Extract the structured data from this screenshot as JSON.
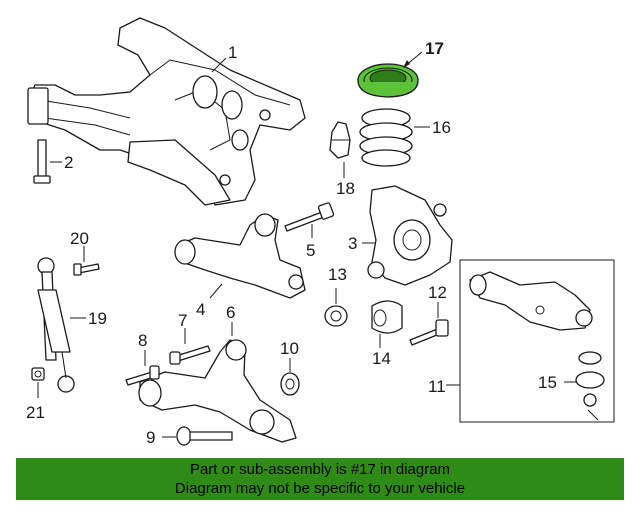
{
  "callouts": {
    "c1": "1",
    "c2": "2",
    "c3": "3",
    "c4": "4",
    "c5": "5",
    "c6": "6",
    "c7": "7",
    "c8": "8",
    "c9": "9",
    "c10": "10",
    "c11": "11",
    "c12": "12",
    "c13": "13",
    "c14": "14",
    "c15": "15",
    "c16": "16",
    "c17": "17",
    "c18": "18",
    "c19": "19",
    "c20": "20",
    "c21": "21"
  },
  "banner": {
    "line1": "Part or sub-assembly is #17 in diagram",
    "line2": "Diagram may not be specific to your vehicle",
    "color": "#2e8b16"
  },
  "highlight_color": "#5cc23a"
}
